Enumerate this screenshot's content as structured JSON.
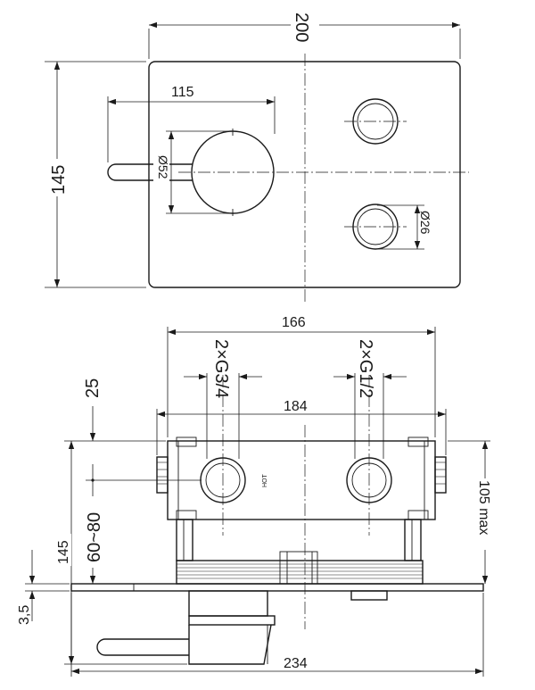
{
  "front_view": {
    "width_label": "200",
    "height_label": "145",
    "lever_reach_label": "115",
    "handle_diameter_label": "Ø52",
    "button_diameter_label": "Ø26"
  },
  "side_view": {
    "body_width_label": "166",
    "inlet_left_label": "2×G3/4",
    "inlet_right_label": "2×G1/2",
    "bolt_span_label": "184",
    "top_offset_label": "25",
    "install_depth_label": "60~80",
    "total_depth_label": "145",
    "plate_thickness_label": "3,5",
    "max_depth_label": "105 max",
    "plate_width_label": "234",
    "hot_marker": "HOT"
  }
}
